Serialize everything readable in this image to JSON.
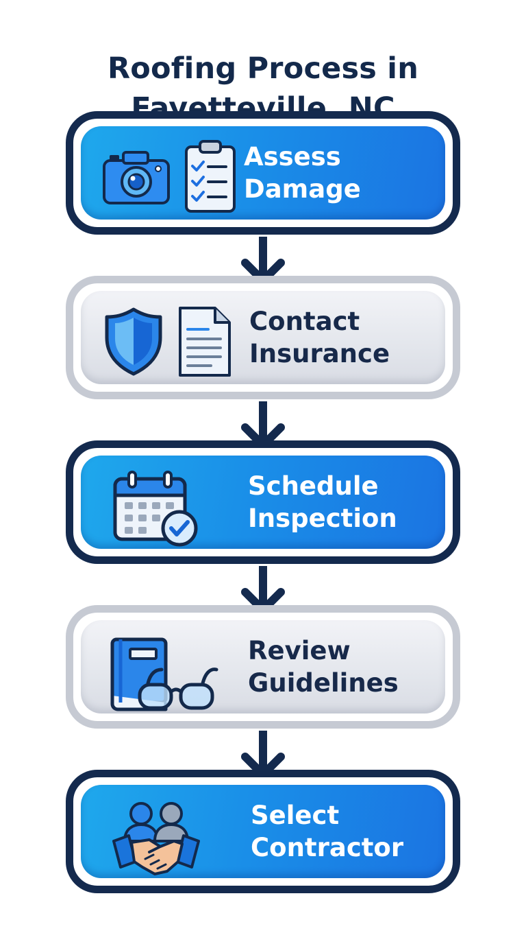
{
  "title": {
    "line1": "Roofing Process in",
    "line2": "Fayetteville, NC"
  },
  "steps": [
    {
      "line1": "Assess",
      "line2": "Damage",
      "style": "blue",
      "icons": [
        "camera-icon",
        "checklist-icon"
      ]
    },
    {
      "line1": "Contact",
      "line2": "Insurance",
      "style": "gray",
      "icons": [
        "shield-icon",
        "document-icon"
      ]
    },
    {
      "line1": "Schedule",
      "line2": "Inspection",
      "style": "blue",
      "icons": [
        "calendar-check-icon"
      ]
    },
    {
      "line1": "Review",
      "line2": "Guidelines",
      "style": "gray",
      "icons": [
        "book-icon",
        "glasses-icon"
      ]
    },
    {
      "line1": "Select",
      "line2": "Contractor",
      "style": "blue",
      "icons": [
        "handshake-people-icon"
      ]
    }
  ],
  "colors": {
    "title": "#13294b",
    "dark_navy": "#142a4e",
    "blue_fill": "#1a8fe8",
    "gray_border": "#c6cad3",
    "gray_fill": "#e3e6ec"
  }
}
